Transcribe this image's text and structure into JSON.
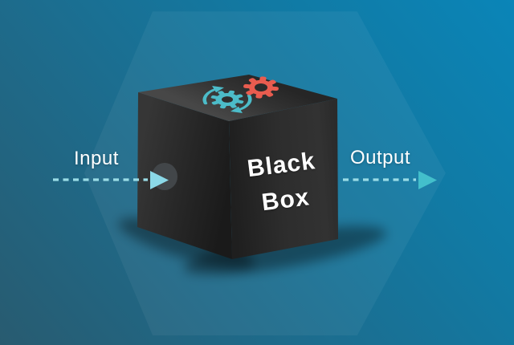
{
  "diagram": {
    "title_line1": "Black",
    "title_line2": "Box",
    "input_label": "Input",
    "output_label": "Output"
  },
  "icons": {
    "gear_sync_icon": "teal gear with circular sync arrows on top face",
    "gear_icon": "red gear on top face",
    "input_arrowhead_icon": "triangle pointing right into box hole",
    "output_arrowhead_icon": "triangle pointing right away from box"
  },
  "colors": {
    "background_top": "#0a85b8",
    "background_bottom": "#285b70",
    "hexagon_tint": "rgba(255,255,255,0.05)",
    "cube_dark": "#1e1e1e",
    "arrow_dash": "#9adce6",
    "input_arrowhead": "#8bd9e8",
    "output_arrowhead": "#43bfcb",
    "gear_teal": "#4cbcc9",
    "gear_red": "#e95c4f",
    "text": "#ffffff"
  }
}
